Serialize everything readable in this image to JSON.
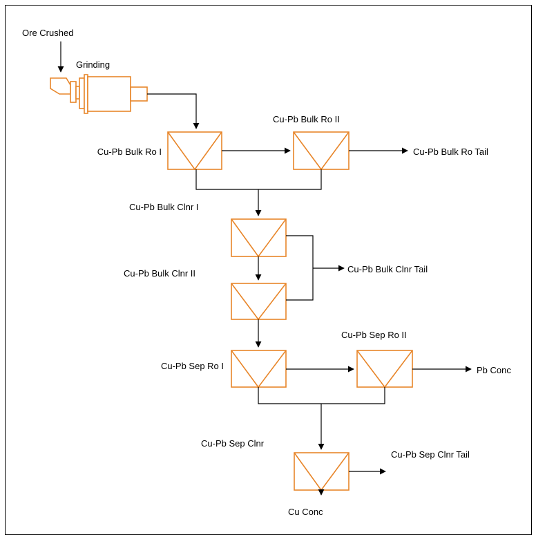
{
  "colors": {
    "equipment": "#E8862A",
    "flow_lines": "#000000",
    "frame": "#000000",
    "background": "#ffffff"
  },
  "labels": {
    "ore_crushed": "Ore Crushed",
    "grinding": "Grinding",
    "bulk_ro_1": "Cu-Pb Bulk Ro I",
    "bulk_ro_2": "Cu-Pb Bulk Ro II",
    "bulk_ro_tail": "Cu-Pb Bulk Ro Tail",
    "bulk_clnr_1": "Cu-Pb Bulk Clnr I",
    "bulk_clnr_2": "Cu-Pb Bulk Clnr II",
    "bulk_clnr_tail": "Cu-Pb Bulk Clnr Tail",
    "sep_ro_1": "Cu-Pb Sep Ro I",
    "sep_ro_2": "Cu-Pb Sep Ro II",
    "pb_conc": "Pb Conc",
    "sep_clnr": "Cu-Pb Sep Clnr",
    "sep_clnr_tail": "Cu-Pb Sep Clnr Tail",
    "cu_conc": "Cu Conc"
  },
  "icons": [
    "grinding-mill-icon",
    "flotation-cell-icon",
    "arrow-icon"
  ]
}
